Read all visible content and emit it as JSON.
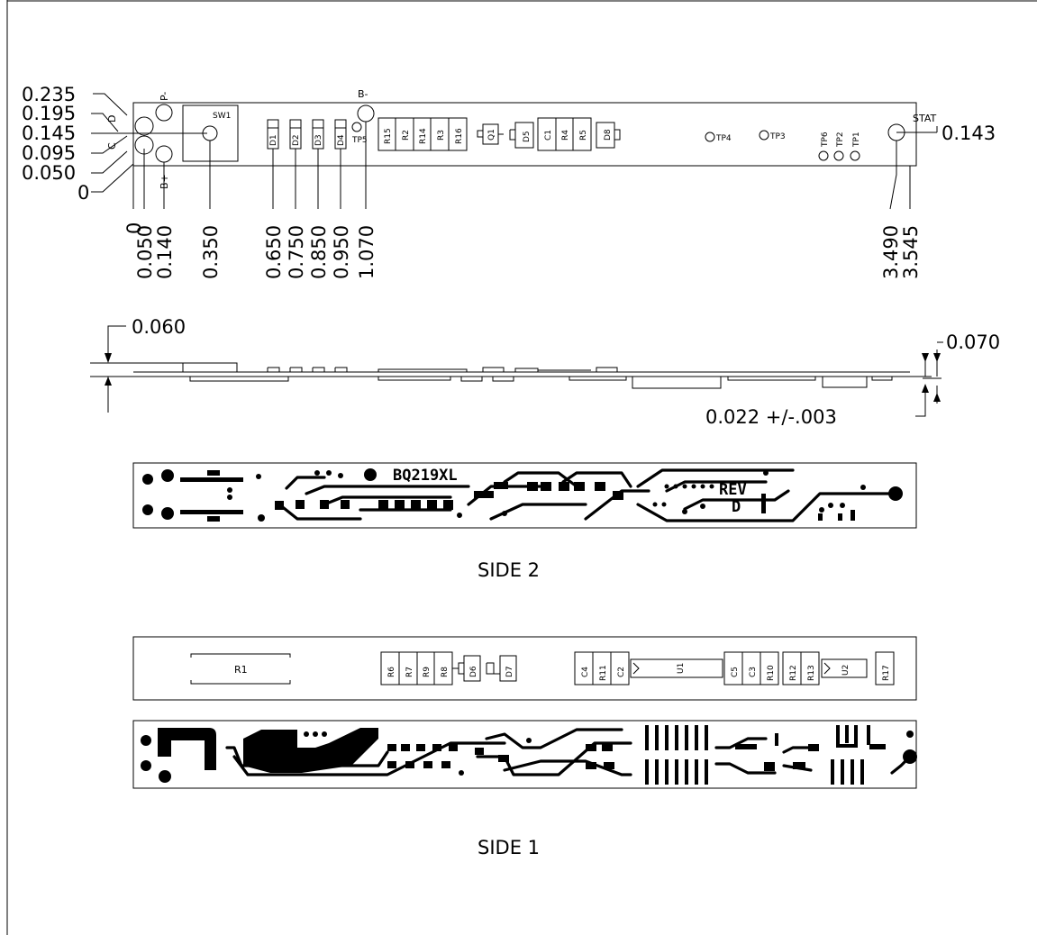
{
  "top_view": {
    "left_dims": [
      "0.235",
      "0.195",
      "0.145",
      "0.095",
      "0.050",
      "0"
    ],
    "left_letters": [
      "D",
      "C"
    ],
    "bottom_dims": [
      "0",
      "0.050",
      "0.140",
      "0.350",
      "0.650",
      "0.750",
      "0.850",
      "0.950",
      "1.070",
      "3.490",
      "3.545"
    ],
    "right_dim": "0.143",
    "pads": {
      "p_minus": "P-",
      "b_plus": "B+",
      "b_minus": "B-",
      "stat": "STAT"
    },
    "switch": "SW1",
    "diodes": [
      "D1",
      "D2",
      "D3",
      "D4"
    ],
    "tp5": "TP5",
    "res_group_1": [
      "R15",
      "R2",
      "R14",
      "R3",
      "R16"
    ],
    "q1": "Q1",
    "d5": "D5",
    "cap_group": [
      "C1",
      "R4",
      "R5"
    ],
    "d8": "D8",
    "test_points": [
      "TP4",
      "TP3"
    ],
    "test_points_vertical": [
      "TP6",
      "TP2",
      "TP1"
    ]
  },
  "side_view": {
    "thickness_dim": "0.060",
    "right_dim": "0.070",
    "board_dim": "0.022 +/-.003"
  },
  "side2": {
    "board_label": "BQ219XL",
    "rev_label": "REV",
    "rev_value": "D",
    "caption": "SIDE 2"
  },
  "side1": {
    "r1": "R1",
    "group_a": [
      "R6",
      "R7",
      "R9",
      "R8"
    ],
    "d6": "D6",
    "d7": "D7",
    "group_b": [
      "C4",
      "R11",
      "C2"
    ],
    "u1": "U1",
    "group_c": [
      "C5",
      "C3",
      "R10"
    ],
    "group_d": [
      "R12",
      "R13"
    ],
    "u2": "U2",
    "r17": "R17",
    "caption": "SIDE 1"
  }
}
